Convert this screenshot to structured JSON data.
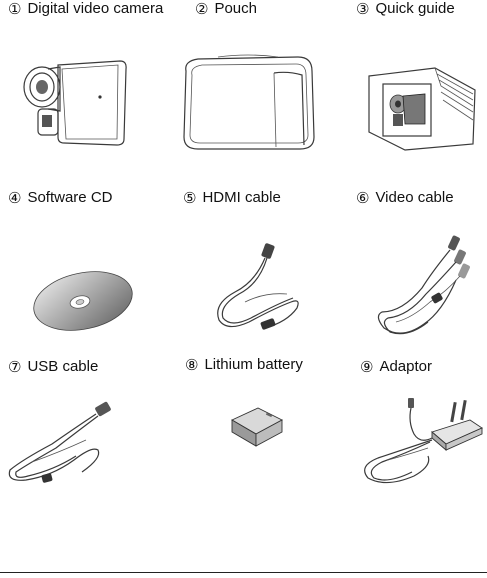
{
  "items": [
    {
      "num": "①",
      "label": "Digital video camera",
      "icon": "video-camera-icon"
    },
    {
      "num": "②",
      "label": "Pouch",
      "icon": "pouch-icon"
    },
    {
      "num": "③",
      "label": "Quick guide",
      "icon": "quick-guide-icon"
    },
    {
      "num": "④",
      "label": "Software CD",
      "icon": "software-cd-icon"
    },
    {
      "num": "⑤",
      "label": "HDMI cable",
      "icon": "hdmi-cable-icon"
    },
    {
      "num": "⑥",
      "label": "Video cable",
      "icon": "video-cable-icon"
    },
    {
      "num": "⑦",
      "label": "USB cable",
      "icon": "usb-cable-icon"
    },
    {
      "num": "⑧",
      "label": "Lithium battery",
      "icon": "lithium-battery-icon"
    },
    {
      "num": "⑨",
      "label": "Adaptor",
      "icon": "adaptor-icon"
    }
  ]
}
